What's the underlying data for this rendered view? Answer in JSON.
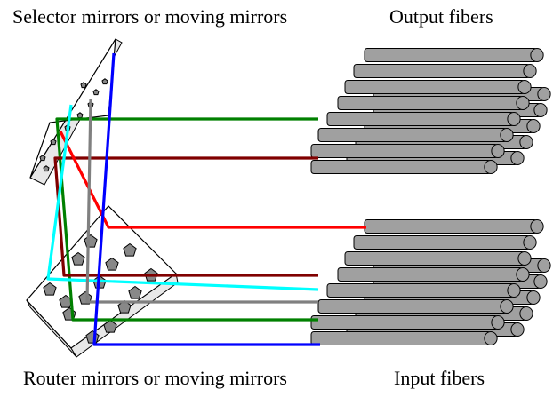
{
  "labels": {
    "selector": "Selector mirrors or moving mirrors",
    "output": "Output fibers",
    "router": "Router mirrors or moving mirrors",
    "input": "Input fibers"
  },
  "colors": {
    "fiber_fill": "#a0a0a0",
    "fiber_stroke": "#000000",
    "mirror_fill": "#888888",
    "plate_fill": "#ffffff",
    "beam_green": "#008000",
    "beam_darkred": "#800000",
    "beam_red": "#ff0000",
    "beam_cyan": "#00ffff",
    "beam_gray": "#808080",
    "beam_blue": "#0000ff"
  },
  "beams": [
    {
      "name": "green",
      "color": "#008000"
    },
    {
      "name": "dark-red",
      "color": "#800000"
    },
    {
      "name": "red",
      "color": "#ff0000"
    },
    {
      "name": "cyan",
      "color": "#00ffff"
    },
    {
      "name": "gray",
      "color": "#808080"
    },
    {
      "name": "blue",
      "color": "#0000ff"
    }
  ]
}
